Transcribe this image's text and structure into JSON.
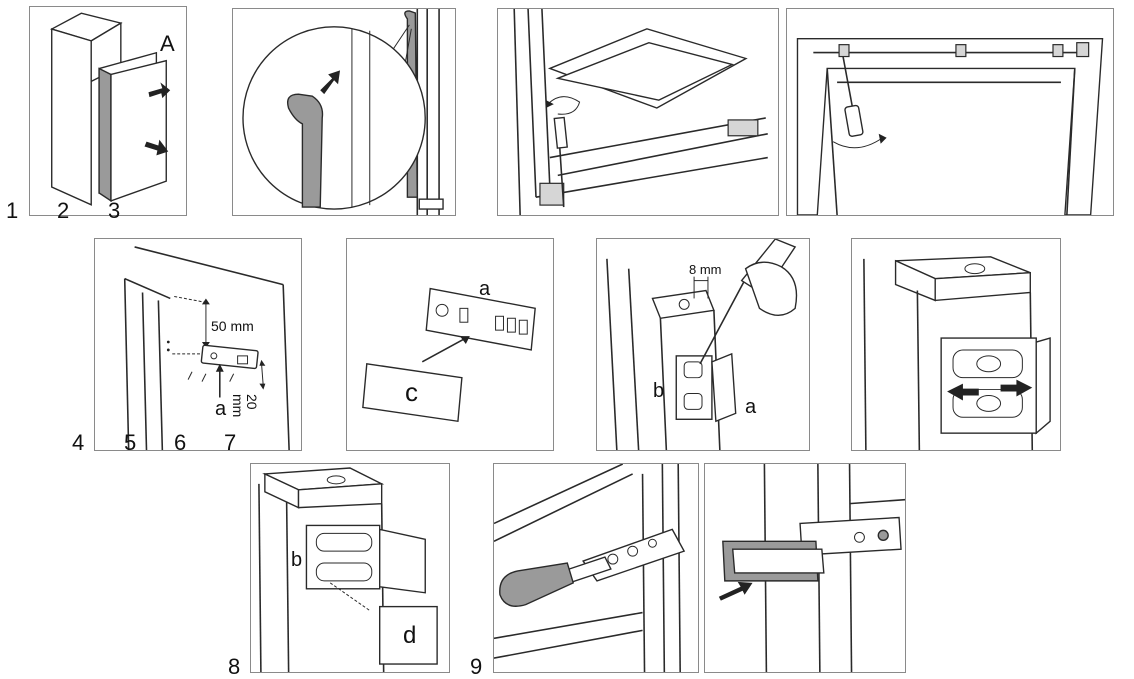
{
  "steps": {
    "n1": "1",
    "n2": "2",
    "n3": "3",
    "n4": "4",
    "n5": "5",
    "n6": "6",
    "n7": "7",
    "n8": "8",
    "n9": "9"
  },
  "labels": {
    "A": "A",
    "a_p4": "a",
    "a_p5": "a",
    "c": "c",
    "b_p6": "b",
    "a_p6": "a",
    "b_p8": "b",
    "d": "d"
  },
  "dimensions": {
    "d50": "50 mm",
    "d20": "20 mm",
    "d8": "8 mm"
  }
}
